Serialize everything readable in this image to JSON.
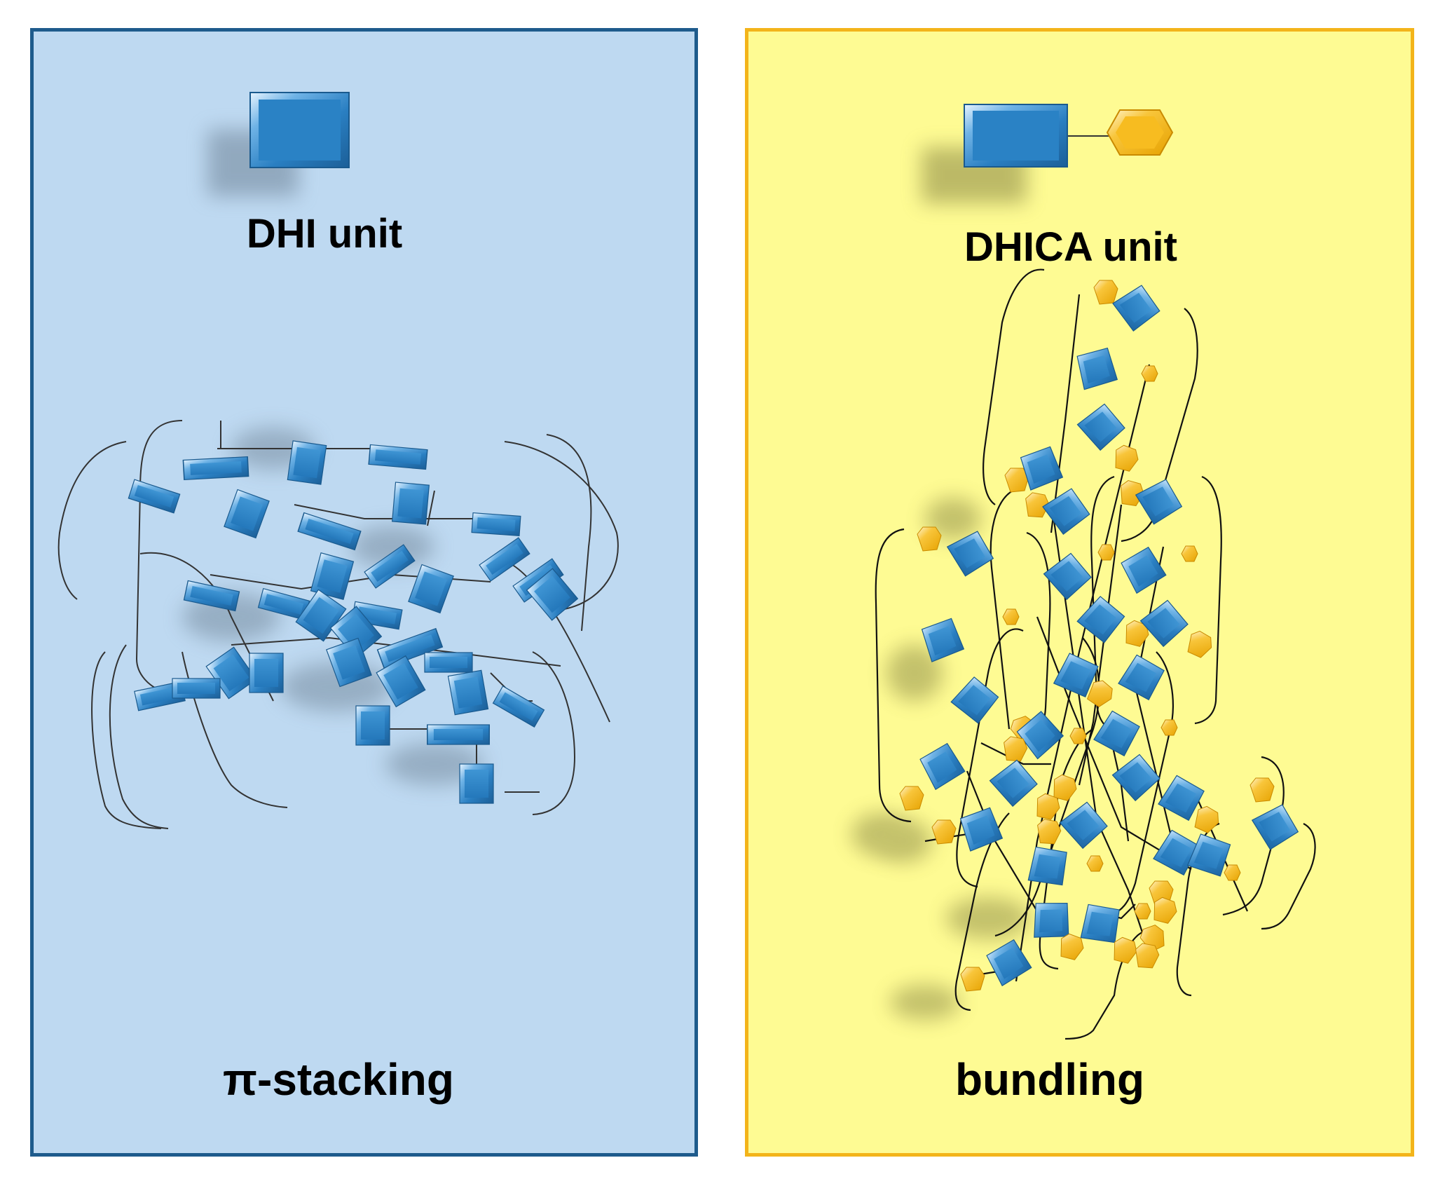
{
  "left_panel": {
    "unit_label": "DHI unit",
    "process_label": "π-stacking",
    "colors": {
      "background": "#bed9f1",
      "border": "#1e5b8c",
      "unit_fill": "#2a7fc2"
    }
  },
  "right_panel": {
    "unit_label": "DHICA unit",
    "process_label": "bundling",
    "colors": {
      "background": "#fefb93",
      "border": "#f3b41a",
      "unit_fill": "#2a7fc2",
      "carboxyl_fill": "#f6b81a"
    }
  }
}
